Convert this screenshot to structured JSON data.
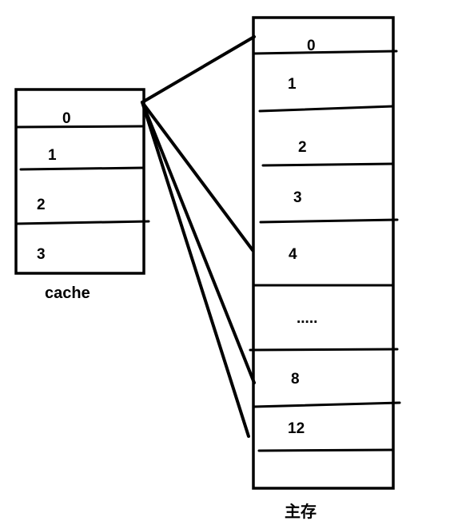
{
  "cache": {
    "caption": "cache",
    "slots": [
      "0",
      "1",
      "2",
      "3"
    ]
  },
  "main_memory": {
    "caption": "主存",
    "blocks": [
      "0",
      "1",
      "2",
      "3",
      "4",
      ".....",
      "8",
      "12"
    ]
  },
  "mapping": {
    "from_cache_slot": "0",
    "to_main_blocks": [
      "0",
      "4",
      "8",
      "12"
    ]
  }
}
